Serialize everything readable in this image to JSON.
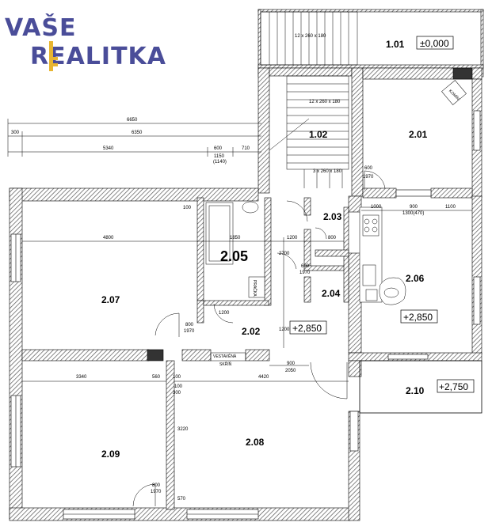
{
  "logo": {
    "line1": "VAŠE",
    "line2": "REALITKA",
    "color": "#4a4d99",
    "key_color": "#e8b531"
  },
  "rooms": [
    {
      "id": "1.01",
      "label": "1.01"
    },
    {
      "id": "1.02",
      "label": "1.02"
    },
    {
      "id": "2.01",
      "label": "2.01"
    },
    {
      "id": "2.02",
      "label": "2.02"
    },
    {
      "id": "2.03",
      "label": "2.03"
    },
    {
      "id": "2.04",
      "label": "2.04"
    },
    {
      "id": "2.05",
      "label": "2.05"
    },
    {
      "id": "2.06",
      "label": "2.06"
    },
    {
      "id": "2.07",
      "label": "2.07"
    },
    {
      "id": "2.08",
      "label": "2.08"
    },
    {
      "id": "2.09",
      "label": "2.09"
    },
    {
      "id": "2.10",
      "label": "2.10"
    }
  ],
  "levels": {
    "l101": "±0,000",
    "l202": "+2,850",
    "l206": "+2,850",
    "l210": "+2,750"
  },
  "stairs": {
    "top": "12 x 260 x 180",
    "mid": "12 x 260 x 180",
    "low": "3 x 260 x 180"
  },
  "dims": {
    "d6650": "6650",
    "d6350": "6350",
    "d5340": "5340",
    "d300": "300",
    "d600a": "600",
    "d710": "710",
    "d1150": "1150",
    "d1140": "(1140)",
    "d600b": "600",
    "d1970a": "1970",
    "d100a": "100",
    "d1000": "1000",
    "d900a": "900",
    "d1100": "1100",
    "d1300": "1300(470)",
    "d4800": "4800",
    "d1850": "1850",
    "d1200a": "1200",
    "d1200b": "1200",
    "d1200c": "1200",
    "d2700": "2700",
    "d800a": "800",
    "d800b": "800",
    "d1970b": "1970",
    "d600c": "600",
    "d1970c": "1970",
    "d900b": "900",
    "d2050a": "2050",
    "d3340": "3340",
    "d560": "560",
    "d100b": "100",
    "d4420": "4420",
    "d3220": "3220",
    "d800c": "800",
    "d1970d": "1970",
    "d570": "570",
    "d100c": "100",
    "d300b": "300"
  },
  "notes": {
    "wardrobe1": "VESTAVĚNÁ",
    "wardrobe2": "SKŘÍŇ",
    "boiler": "KOMÍN",
    "washer": "PRAČKA"
  }
}
